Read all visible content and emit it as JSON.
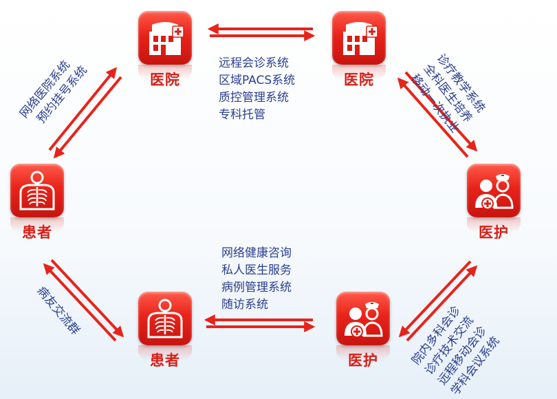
{
  "nodes": {
    "hospital_left": "医院",
    "hospital_right": "医院",
    "patient_left": "患者",
    "nurse_right": "医护",
    "patient_bottom": "患者",
    "nurse_bottom": "医护"
  },
  "top_systems": [
    "远程会诊系统",
    "区域PACS系统",
    "质控管理系统",
    "专科托管"
  ],
  "bottom_systems": [
    "网络健康咨询",
    "私人医生服务",
    "病例管理系统",
    "随访系统"
  ],
  "left_upper_label": [
    "网络医院系统",
    "预约挂号系统"
  ],
  "right_upper_label": [
    "诊疗教学系统",
    "全科医生培养",
    "移动一次执业"
  ],
  "left_lower_label": [
    "病友交流群"
  ],
  "right_lower_label": [
    "院内多科会诊",
    "诊疗技术交流",
    "远程移动会诊",
    "学科会议系统"
  ],
  "colors": {
    "accent_red": "#e8231a",
    "text_blue": "#2a3f8e"
  },
  "icons": [
    "hospital-icon",
    "patient-xray-icon",
    "medical-staff-icon"
  ]
}
